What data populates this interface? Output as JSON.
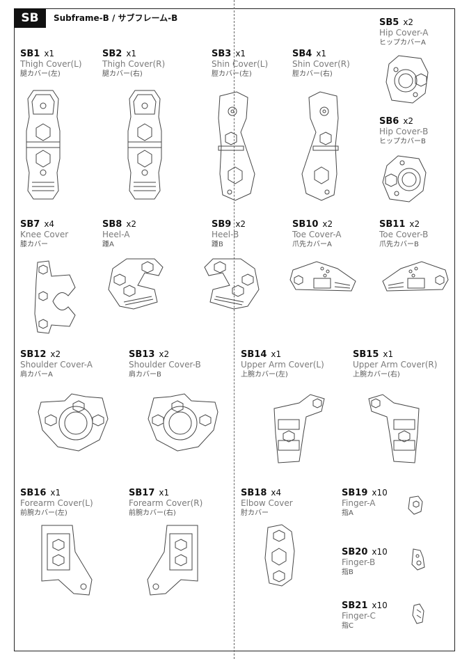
{
  "header": {
    "badge": "SB",
    "title": "Subframe-B / サブフレーム-B"
  },
  "parts": [
    {
      "code": "SB1",
      "qty": "x1",
      "en": "Thigh Cover(L)",
      "jp": "腿カバー(左)"
    },
    {
      "code": "SB2",
      "qty": "x1",
      "en": "Thigh Cover(R)",
      "jp": "腿カバー(右)"
    },
    {
      "code": "SB3",
      "qty": "x1",
      "en": "Shin Cover(L)",
      "jp": "脛カバー(左)"
    },
    {
      "code": "SB4",
      "qty": "x1",
      "en": "Shin Cover(R)",
      "jp": "脛カバー(右)"
    },
    {
      "code": "SB5",
      "qty": "x2",
      "en": "Hip Cover-A",
      "jp": "ヒップカバーA"
    },
    {
      "code": "SB6",
      "qty": "x2",
      "en": "Hip Cover-B",
      "jp": "ヒップカバーB"
    },
    {
      "code": "SB7",
      "qty": "x4",
      "en": "Knee Cover",
      "jp": "膝カバー"
    },
    {
      "code": "SB8",
      "qty": "x2",
      "en": "Heel-A",
      "jp": "踵A"
    },
    {
      "code": "SB9",
      "qty": "x2",
      "en": "Heel-B",
      "jp": "踵B"
    },
    {
      "code": "SB10",
      "qty": "x2",
      "en": "Toe Cover-A",
      "jp": "爪先カバーA"
    },
    {
      "code": "SB11",
      "qty": "x2",
      "en": "Toe Cover-B",
      "jp": "爪先カバーB"
    },
    {
      "code": "SB12",
      "qty": "x2",
      "en": "Shoulder Cover-A",
      "jp": "肩カバーA"
    },
    {
      "code": "SB13",
      "qty": "x2",
      "en": "Shoulder Cover-B",
      "jp": "肩カバーB"
    },
    {
      "code": "SB14",
      "qty": "x1",
      "en": "Upper Arm Cover(L)",
      "jp": "上腕カバー(左)"
    },
    {
      "code": "SB15",
      "qty": "x1",
      "en": "Upper Arm Cover(R)",
      "jp": "上腕カバー(右)"
    },
    {
      "code": "SB16",
      "qty": "x1",
      "en": "Forearm Cover(L)",
      "jp": "前腕カバー(左)"
    },
    {
      "code": "SB17",
      "qty": "x1",
      "en": "Forearm Cover(R)",
      "jp": "前腕カバー(右)"
    },
    {
      "code": "SB18",
      "qty": "x4",
      "en": "Elbow Cover",
      "jp": "肘カバー"
    },
    {
      "code": "SB19",
      "qty": "x10",
      "en": "Finger-A",
      "jp": "指A"
    },
    {
      "code": "SB20",
      "qty": "x10",
      "en": "Finger-B",
      "jp": "指B"
    },
    {
      "code": "SB21",
      "qty": "x10",
      "en": "Finger-C",
      "jp": "指C"
    }
  ]
}
